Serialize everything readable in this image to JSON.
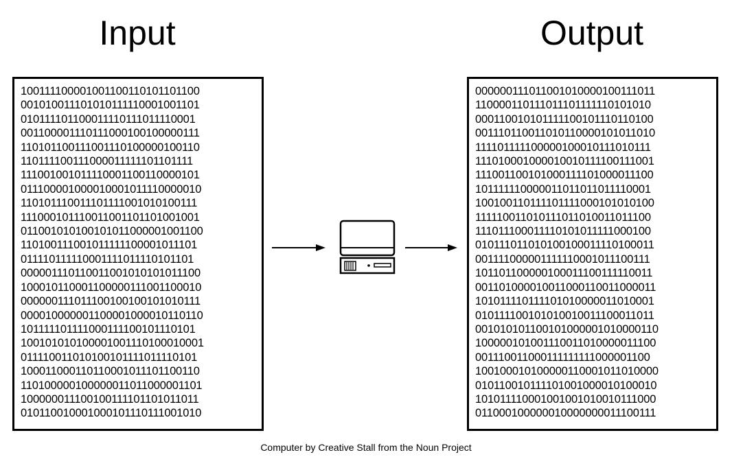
{
  "input": {
    "title": "Input",
    "rows": [
      "100111100001001100110101101100",
      "001010011101010111110001001101",
      "010111101100011110111011110001",
      "001100001110111000100100000111",
      "110101100111001110100000100110",
      "110111100111000011111101101111",
      "111001001011110001100110000101",
      "011100001000010001011110000010",
      "110101110011101111001010100111",
      "111000101110011001101101001001",
      "011001010100101011000001001100",
      "110100111001011111100001011101",
      "011110111110001111011110101101",
      "000001110110011001010101011100",
      "100010110001100000111001100010",
      "000000111011100100100101010111",
      "000010000001100001000010110110",
      "101111101111000111100101110101",
      "100101010100001001110100010001",
      "011110011010100101111011110101",
      "100011000110110001011101100110",
      "110100000100000011011000001101",
      "100000011100100111101101011011",
      "010110010001000101110111001010"
    ]
  },
  "output": {
    "title": "Output",
    "rows": [
      "000000111011001010000100111011",
      "110000110111011101111110101010",
      "000110010101111100101110110100",
      "001110110011010110000101011010",
      "111101111100000100010111010111",
      "111010001000010010111100111001",
      "111001100101000111101000011100",
      "101111110000011011011011110001",
      "100100110111101111000101010100",
      "111110011010111011010011011100",
      "111011100011110101011111000100",
      "010111011010100100011110100011",
      "001111000001111110001011100111",
      "101101100000100011100111110011",
      "001101000010011000110011000011",
      "101011110111101010000011010001",
      "010111100101010010011100011011",
      "001010101100101000001010000110",
      "100000101001110011010000011100",
      "001110011000111111111000001100",
      "100100010100000110001011010000",
      "010110010111101001000010100010",
      "101011110001001001010010111000",
      "011000100000010000000011100111"
    ]
  },
  "icon": "computer-icon",
  "credit": "Computer by Creative Stall from the Noun Project"
}
